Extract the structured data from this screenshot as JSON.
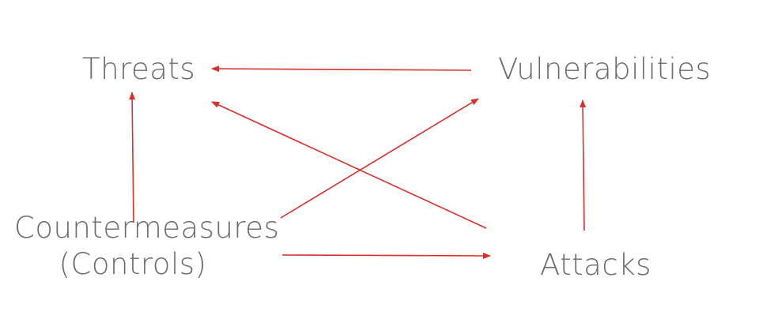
{
  "nodes": {
    "threats": "Threats",
    "vulnerabilities": "Vulnerabilities",
    "attacks": "Attacks",
    "countermeasures": {
      "line1": "Countermeasures",
      "line2": "(Controls)"
    }
  },
  "edges": [
    {
      "from": "vulnerabilities",
      "to": "threats"
    },
    {
      "from": "countermeasures",
      "to": "threats"
    },
    {
      "from": "attacks",
      "to": "threats"
    },
    {
      "from": "countermeasures",
      "to": "vulnerabilities"
    },
    {
      "from": "attacks",
      "to": "vulnerabilities"
    },
    {
      "from": "countermeasures",
      "to": "attacks"
    }
  ],
  "colors": {
    "arrow": "#d9302a",
    "text": "#6b6b6b"
  }
}
